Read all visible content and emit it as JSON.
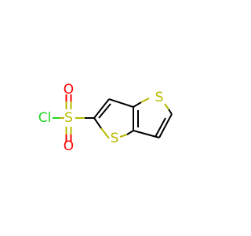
{
  "molecule": {
    "atoms": {
      "chlorine": {
        "label": "Cl",
        "color": "#1fd41f"
      },
      "sulfonyl_sulfur": {
        "label": "S",
        "color": "#b8b800"
      },
      "oxygen_top": {
        "label": "O",
        "color": "#ff0000"
      },
      "oxygen_bottom": {
        "label": "O",
        "color": "#ff0000"
      },
      "ring_sulfur_left": {
        "label": "S",
        "color": "#b8b800"
      },
      "ring_sulfur_right": {
        "label": "S",
        "color": "#b8b800"
      }
    },
    "colors": {
      "bond": "#000000",
      "sulfur": "#b8b800",
      "oxygen": "#ff0000",
      "chlorine": "#1fd41f"
    }
  }
}
